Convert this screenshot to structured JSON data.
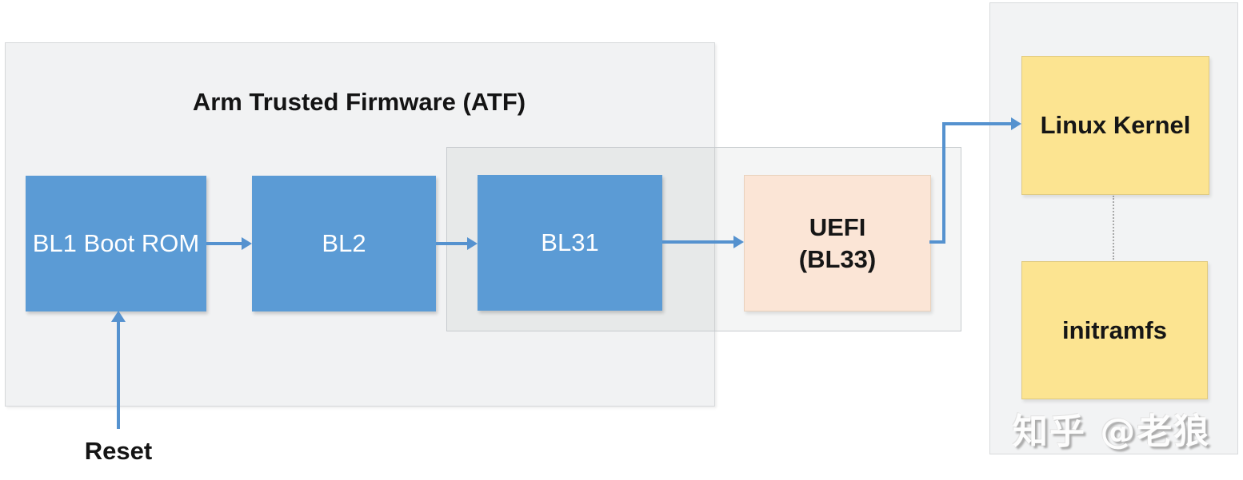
{
  "diagram": {
    "atf_title": "Arm Trusted Firmware (ATF)",
    "nodes": {
      "bl1": {
        "label": "BL1 Boot ROM",
        "fill": "#5B9BD5",
        "text_color": "#FFFFFF"
      },
      "bl2": {
        "label": "BL2",
        "fill": "#5B9BD5",
        "text_color": "#FFFFFF"
      },
      "bl31": {
        "label": "BL31",
        "fill": "#5B9BD5",
        "text_color": "#FFFFFF"
      },
      "uefi": {
        "label_line1": "UEFI",
        "label_line2": "(BL33)",
        "fill": "#FBE5D6",
        "text_color": "#161616"
      },
      "linux_kernel": {
        "label": "Linux Kernel",
        "fill": "#FCE491",
        "text_color": "#161616"
      },
      "initramfs": {
        "label": "initramfs",
        "fill": "#FCE491",
        "text_color": "#161616"
      }
    },
    "connectors": {
      "flow": [
        "bl1->bl2",
        "bl2->bl31",
        "bl31->uefi",
        "uefi->linux_kernel",
        "linux_kernel..initramfs (dotted)",
        "reset->bl1"
      ],
      "arrow_color": "#5592CF"
    },
    "reset_label": "Reset",
    "watermark": "知乎 @老狼",
    "containers": {
      "atf_fill": "#F1F2F3",
      "overlap_fill": "#E6E9EB",
      "right_panel_fill": "#F2F3F4"
    }
  }
}
